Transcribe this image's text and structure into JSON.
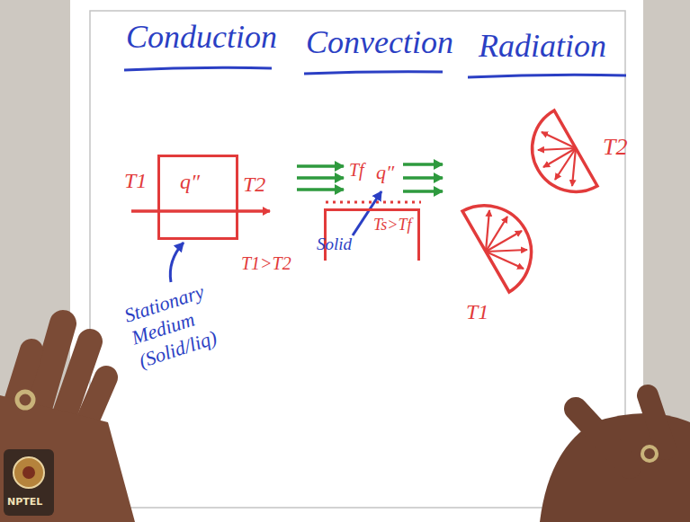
{
  "diagram": {
    "nodes": [
      {
        "text": [
          "q″"
        ]
      },
      {
        "text": [
          "Ts>Tf"
        ]
      }
    ],
    "labels": [
      "Conduction",
      "Convection",
      "Radiation",
      "T1",
      "T2",
      "T1>T2",
      "Stationary Medium (Solid/liq)",
      "Tf",
      "q″",
      "Solid",
      "T2",
      "T1",
      "NPTEL"
    ]
  }
}
